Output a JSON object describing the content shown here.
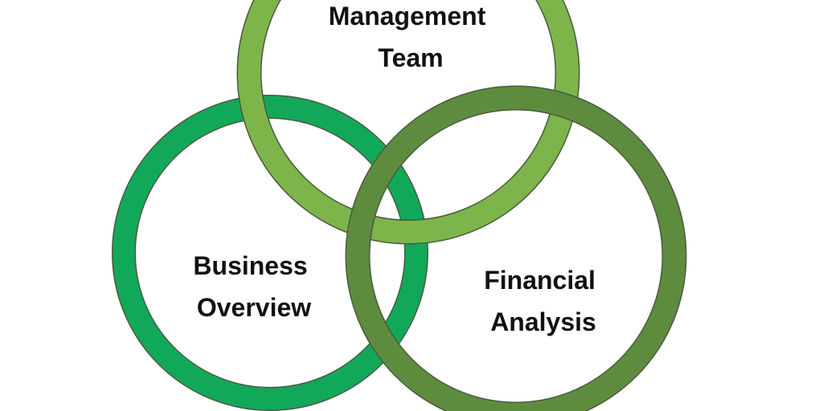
{
  "diagram": {
    "rings": [
      {
        "id": "management-team",
        "lines": [
          "Management",
          "Team"
        ],
        "color": "#7db54a"
      },
      {
        "id": "business-overview",
        "lines": [
          "Business",
          "Overview"
        ],
        "color": "#12a85a"
      },
      {
        "id": "financial-analysis",
        "lines": [
          "Financial",
          "Analysis"
        ],
        "color": "#5e8c3e"
      }
    ],
    "outline_color": "#4a5a40"
  }
}
